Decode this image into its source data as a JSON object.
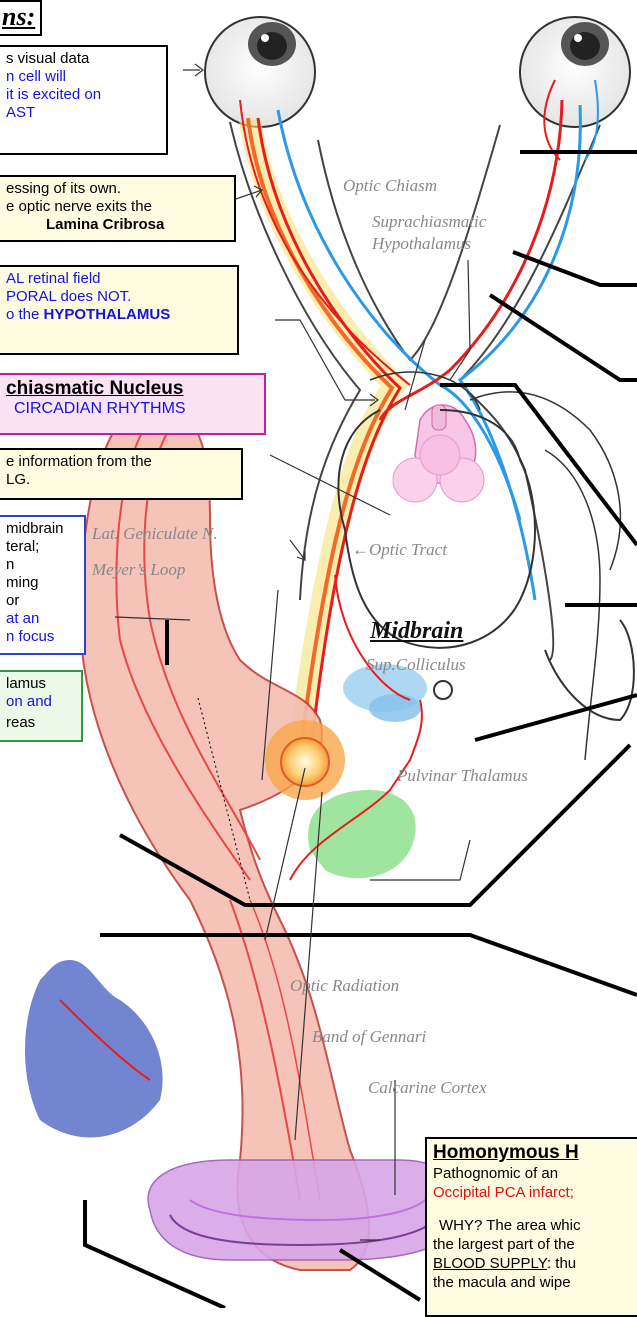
{
  "heading": "ns:",
  "boxes": {
    "b1": {
      "l1": "s visual data",
      "l2": "n cell will",
      "l3": "it is excited on",
      "l4": "AST"
    },
    "b2": {
      "l1": "essing of its own.",
      "l2": "e optic nerve exits the",
      "l3": "Lamina Cribrosa"
    },
    "b3": {
      "l1": "AL retinal field",
      "l2": "PORAL does NOT.",
      "l3a": "o the ",
      "l3b": "HYPOTHALAMUS"
    },
    "b4": {
      "title": "chiasmatic Nucleus",
      "l2": "CIRCADIAN RHYTHMS"
    },
    "b5": {
      "l1": "e information from the",
      "l2": "LG."
    },
    "b6": {
      "l1": "midbrain",
      "l2": "teral;",
      "l3": "n",
      "l4": "ming",
      "l5": "or",
      "l6": "at an",
      "l7": "n focus"
    },
    "b7": {
      "l1": "lamus",
      "l2": "on and",
      "l3": "reas"
    },
    "hh": {
      "title": "Homonymous H",
      "l1": "Pathognomic of an",
      "l2": "Occipital PCA infarct;",
      "l3": "WHY? The area whic",
      "l4": "the largest part of the",
      "l5a": "BLOOD SUPPLY",
      "l5b": ": thu",
      "l6": "the macula and wipe"
    }
  },
  "labels": {
    "optic_chiasm": "Optic Chiasm",
    "suprachiasmatic": "Suprachiasmatic",
    "hypothalamus": "Hypothalamus",
    "lat_geniculate": "Lat. Geniculate N.",
    "meyers_loop": "Meyer’s Loop",
    "optic_tract": "Optic Tract",
    "midbrain": "Midbrain",
    "sup_colliculus": "Sup.Colliculus",
    "pulvinar": "Pulvinar Thalamus",
    "optic_radiation": "Optic Radiation",
    "band_gennari": "Band of Gennari",
    "calcarine": "Calcarine Cortex"
  },
  "colors": {
    "red_text": "#e01010",
    "blue_text": "#1414e0",
    "box_yellow": "#fdfbe0",
    "box_pink": "#fbe3f3",
    "box_blue_border": "#3040d0",
    "box_green_border": "#2f9a3a",
    "temporal_red": "#e84848",
    "midbrain_blue": "#9fd0f0",
    "pulvinar_green": "#8ee08e",
    "occipital_purple": "#d8a6e8",
    "cerebellum_blue": "#5a6fc8"
  }
}
